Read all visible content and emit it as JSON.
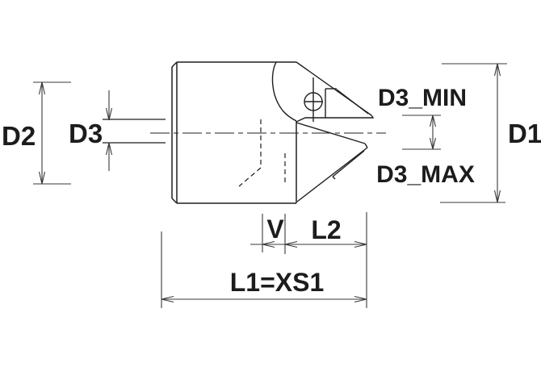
{
  "diagram": {
    "labels": {
      "d2": "D2",
      "d3": "D3",
      "d3_min": "D3_MIN",
      "d3_max": "D3_MAX",
      "d1": "D1",
      "v": "V",
      "l2": "L2",
      "l1": "L1=XS1"
    },
    "colors": {
      "body_line": "#1f1f1f",
      "dimension_line": "#3a3a3a",
      "background": "#ffffff"
    }
  }
}
